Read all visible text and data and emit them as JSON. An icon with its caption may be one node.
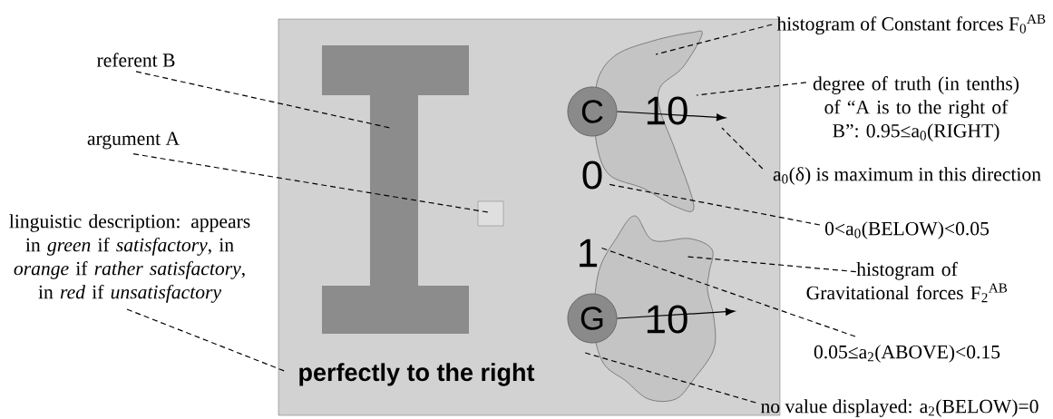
{
  "diagram": {
    "nodes": [
      {
        "text": [],
        "shape": "box"
      },
      {
        "text": [],
        "shape": "picture",
        "in": 0
      },
      {
        "text": [],
        "shape": "box",
        "in": 0
      },
      {
        "text": [
          "perfectly to the right"
        ],
        "in": 0
      },
      {
        "text": [],
        "shape": "cloud",
        "in": 0
      },
      {
        "text": [
          "C"
        ],
        "in": 0
      },
      {
        "text": [
          "10"
        ],
        "in": 4
      },
      {
        "text": [
          "0"
        ],
        "in": 0
      },
      {
        "text": [],
        "shape": "cloud",
        "in": 0
      },
      {
        "text": [
          "1"
        ],
        "in": 0
      },
      {
        "text": [
          "G"
        ],
        "in": 0
      },
      {
        "text": [
          "10"
        ],
        "in": 8
      },
      {
        "text": [
          "referent B"
        ]
      },
      {
        "text": [
          "argument A"
        ]
      },
      {
        "text": [
          "linguistic description: appears in *green* if *satisfactory*, in *orange* if *rather satisfactory*, in *red* if *unsatisfactory*"
        ]
      },
      {
        "text": [
          "histogram of Constant forces F$_{0}$$^{AB}$"
        ]
      },
      {
        "text": [
          "degree of truth (in tenths) of “A is to the right of B”: 0.95≤a$_{0}$(RIGHT)"
        ]
      },
      {
        "text": [
          "a$_{0}$(δ) is maximum in this direction"
        ]
      },
      {
        "text": [
          "0<a$_{0}$(BELOW)<0.05"
        ]
      },
      {
        "text": [
          "histogram of Gravitational forces F$_{2}$$^{AB}$"
        ]
      },
      {
        "text": [
          "0.05≤a$_{2}$(ABOVE)<0.15"
        ]
      },
      {
        "text": [
          "no value displayed: a$_{2}$(BELOW)=0"
        ]
      }
    ],
    "edges": [
      {
        "from": 5,
        "to": null,
        "arrow": "to"
      },
      {
        "from": 10,
        "to": 8,
        "arrow": "to"
      },
      {
        "from": 12,
        "to": 1,
        "arrow": "none",
        "style": "dashed"
      },
      {
        "from": 13,
        "to": 2,
        "arrow": "none",
        "style": "dashed"
      },
      {
        "from": 14,
        "to": 3,
        "arrow": "none",
        "style": "dashed"
      },
      {
        "from": 15,
        "to": 4,
        "arrow": "none",
        "style": "dashed"
      },
      {
        "from": 16,
        "to": 6,
        "arrow": "none",
        "style": "dashed"
      },
      {
        "from": 17,
        "to": null,
        "arrow": "none",
        "style": "dashed"
      },
      {
        "from": 18,
        "to": 7,
        "arrow": "none",
        "style": "dashed"
      },
      {
        "from": 19,
        "to": 8,
        "arrow": "none",
        "style": "dashed"
      },
      {
        "from": 20,
        "to": 9,
        "arrow": "none",
        "style": "dashed"
      },
      {
        "from": 21,
        "to": 10,
        "arrow": "none",
        "style": "dashed"
      }
    ]
  }
}
